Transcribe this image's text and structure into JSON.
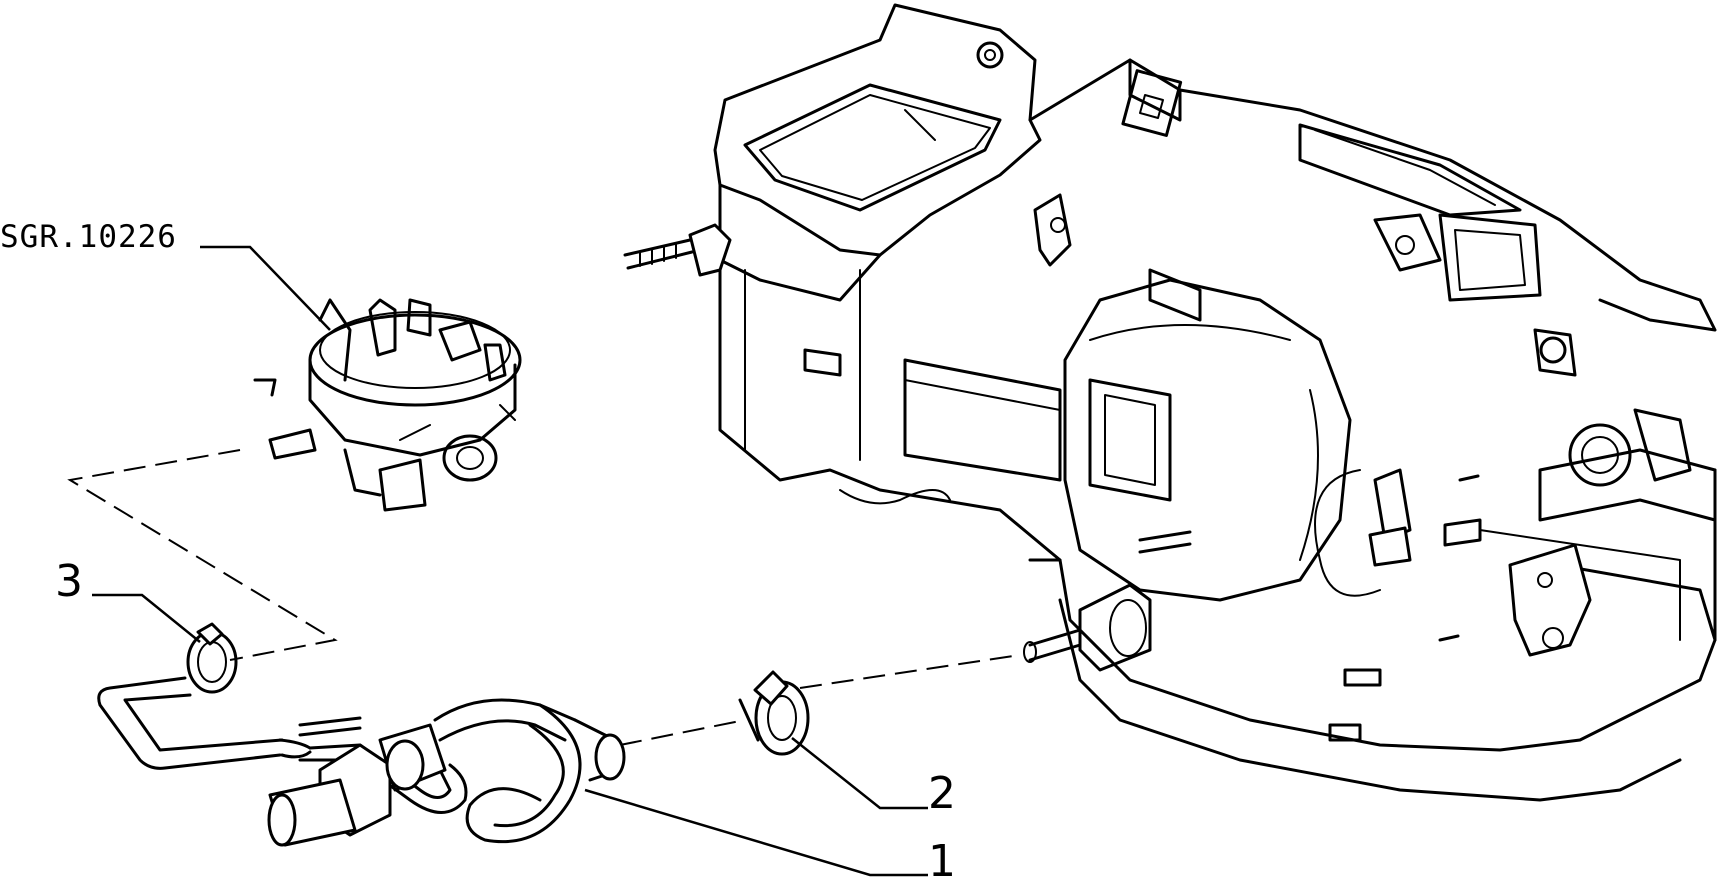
{
  "reference_label": "SGR.10226",
  "callouts": [
    {
      "id": "1",
      "text": "1"
    },
    {
      "id": "2",
      "text": "2"
    },
    {
      "id": "3",
      "text": "3"
    }
  ],
  "colors": {
    "ink": "#000000",
    "paper": "#ffffff"
  }
}
